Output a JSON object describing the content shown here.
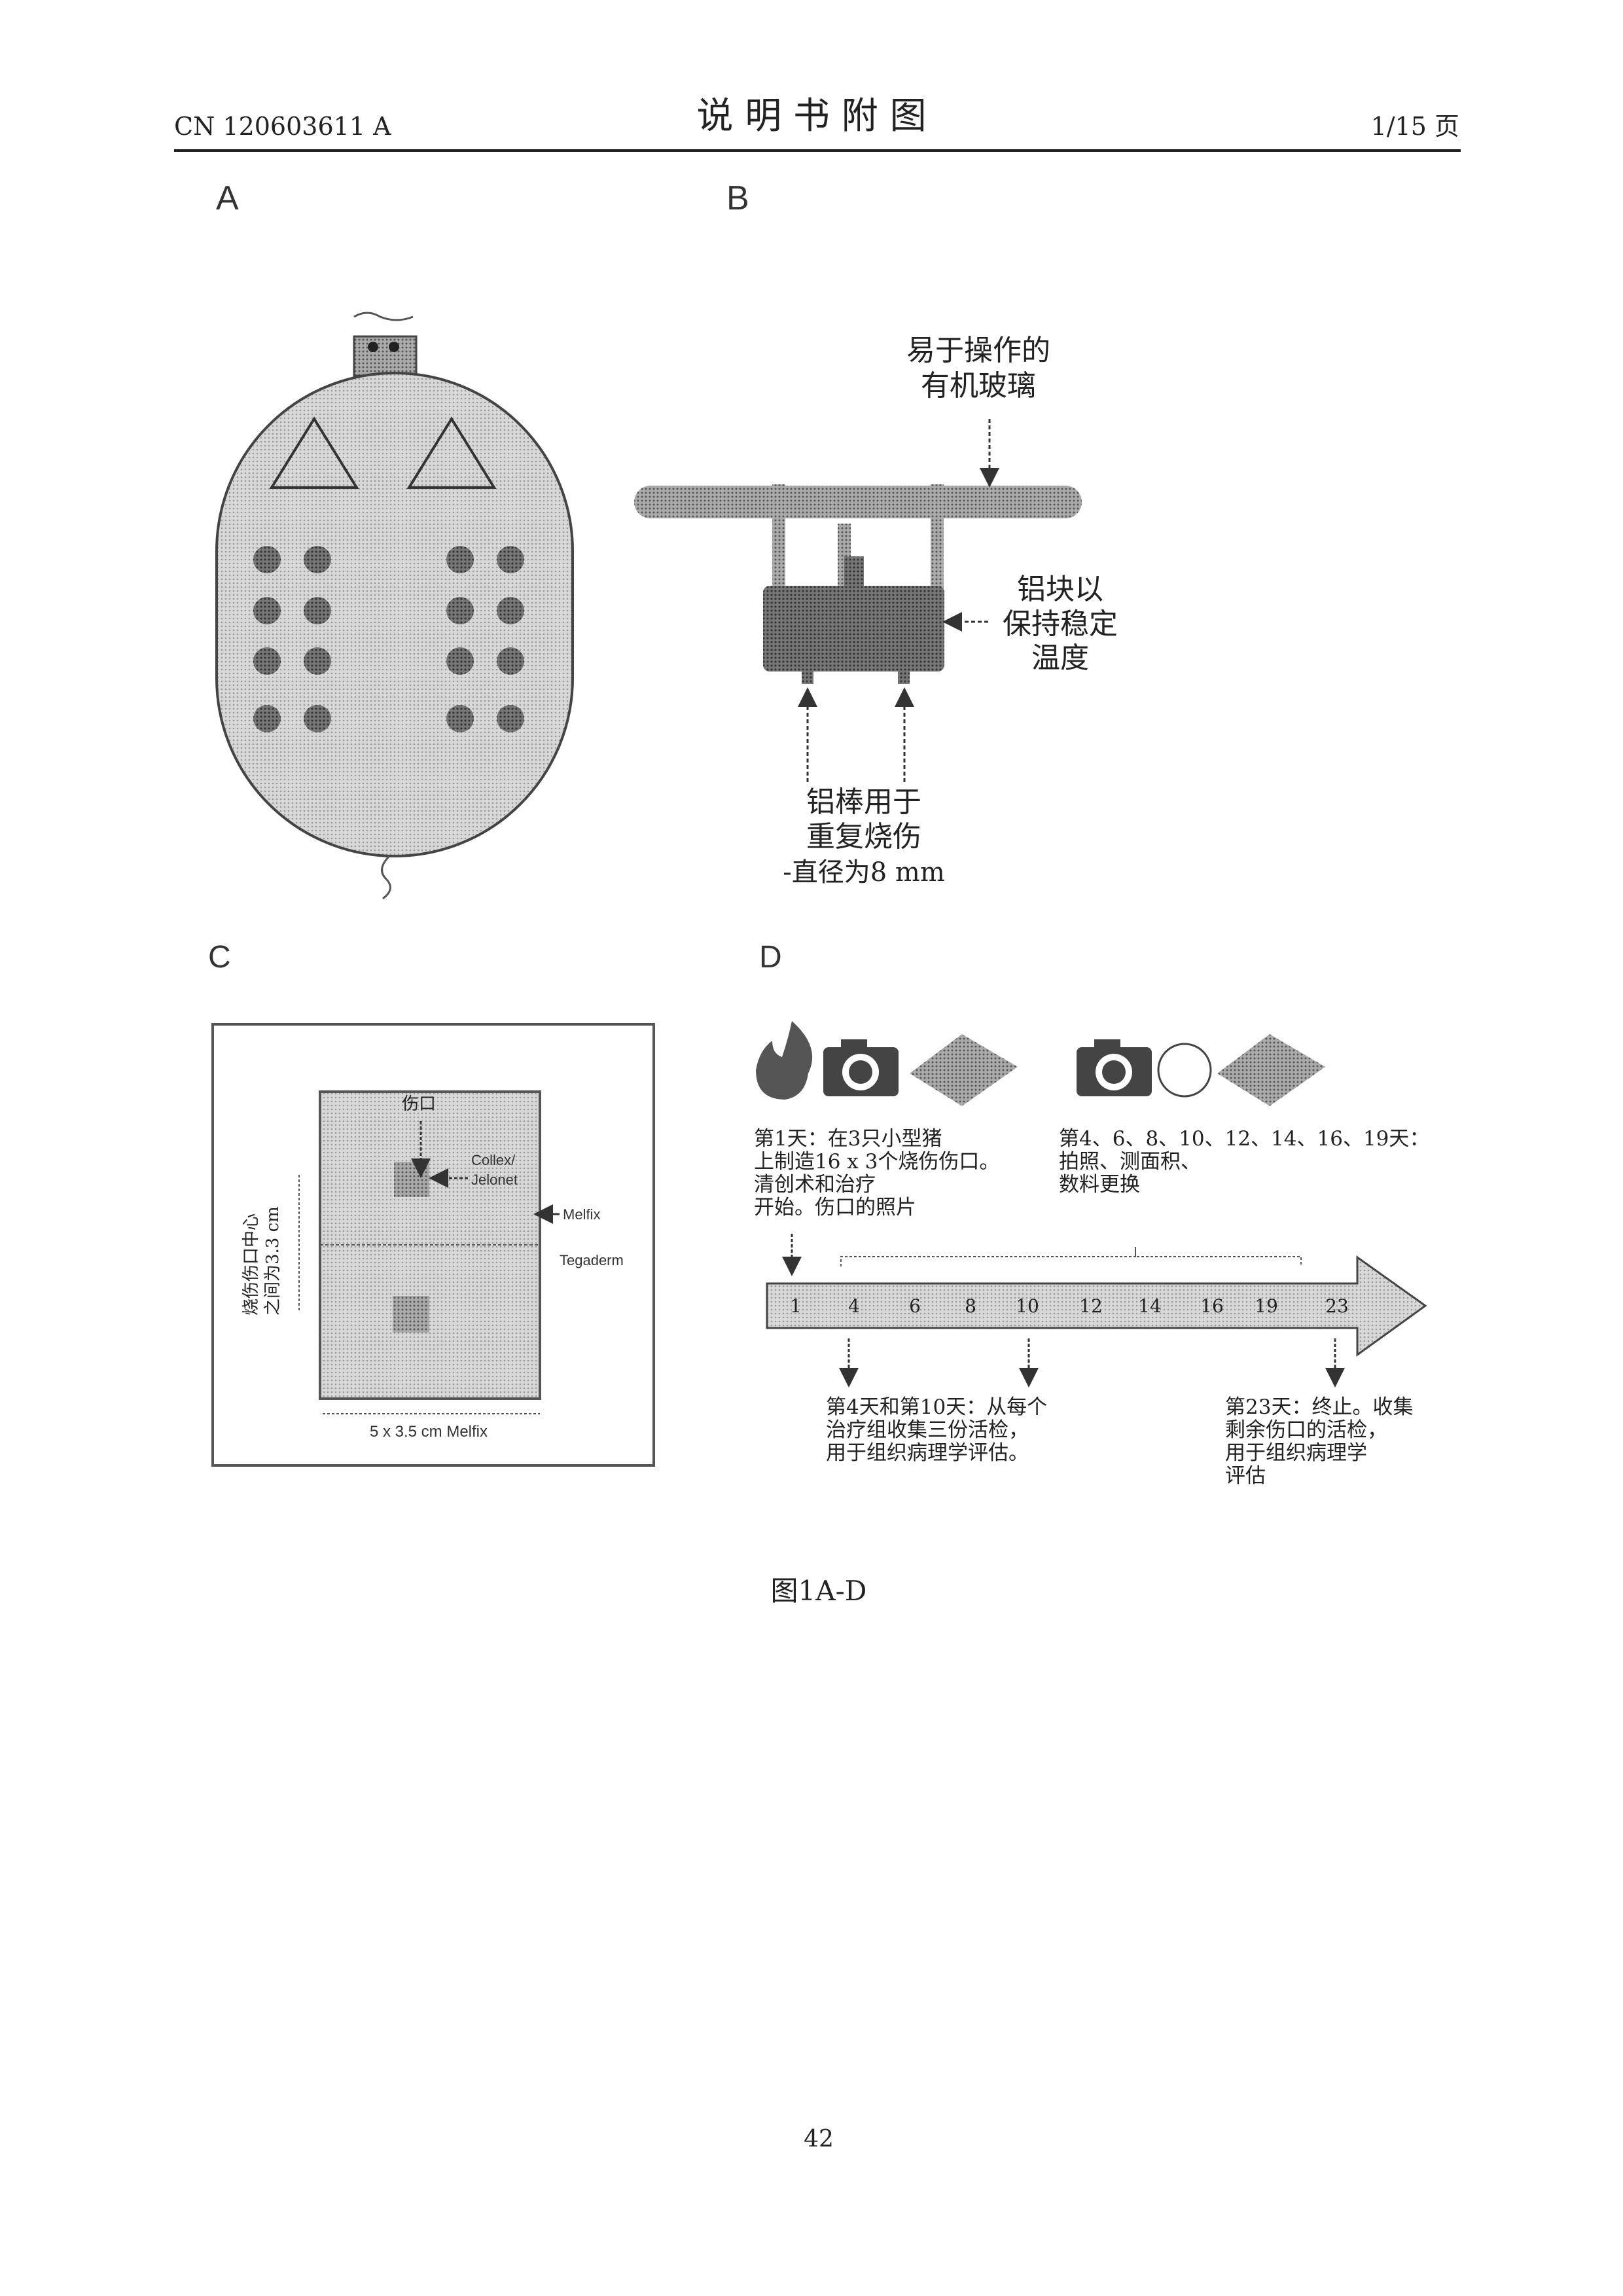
{
  "header": {
    "doc_number": "CN 120603611 A",
    "title": "说 明 书 附 图",
    "page_of": "1/15 页"
  },
  "panels": {
    "a": {
      "label": "A"
    },
    "b": {
      "label": "B",
      "plexiglass": [
        "易于操作的",
        "有机玻璃"
      ],
      "block": [
        "铝块以",
        "保持稳定",
        "温度"
      ],
      "rods": [
        "铝棒用于",
        "重复烧伤",
        "-直径为8 mm"
      ]
    },
    "c": {
      "label": "C",
      "wound": "伤口",
      "collex": [
        "Collex/",
        "Jelonet"
      ],
      "melfix": "Melfix",
      "tegaderm": "Tegaderm",
      "distance": [
        "烧伤伤口中心",
        "之间为3.3 cm"
      ],
      "size": "5 x 3.5 cm Melfix"
    },
    "d": {
      "label": "D",
      "day1": [
        "第1天：在3只小型猪",
        "上制造16 x 3个烧伤伤口。",
        "清创术和治疗",
        "开始。伤口的照片"
      ],
      "days_repeat": [
        "第4、6、8、10、12、14、16、19天：",
        "拍照、测面积、",
        "数料更换"
      ],
      "timeline_days": [
        "1",
        "4",
        "6",
        "8",
        "10",
        "12",
        "14",
        "16",
        "19",
        "23"
      ],
      "biopsy": [
        "第4天和第10天：从每个",
        "治疗组收集三份活检，",
        "用于组织病理学评估。"
      ],
      "end": [
        "第23天：终止。收集",
        "剩余伤口的活检，",
        "用于组织病理学",
        "评估"
      ]
    }
  },
  "caption": "图1A-D",
  "page_number": "42"
}
